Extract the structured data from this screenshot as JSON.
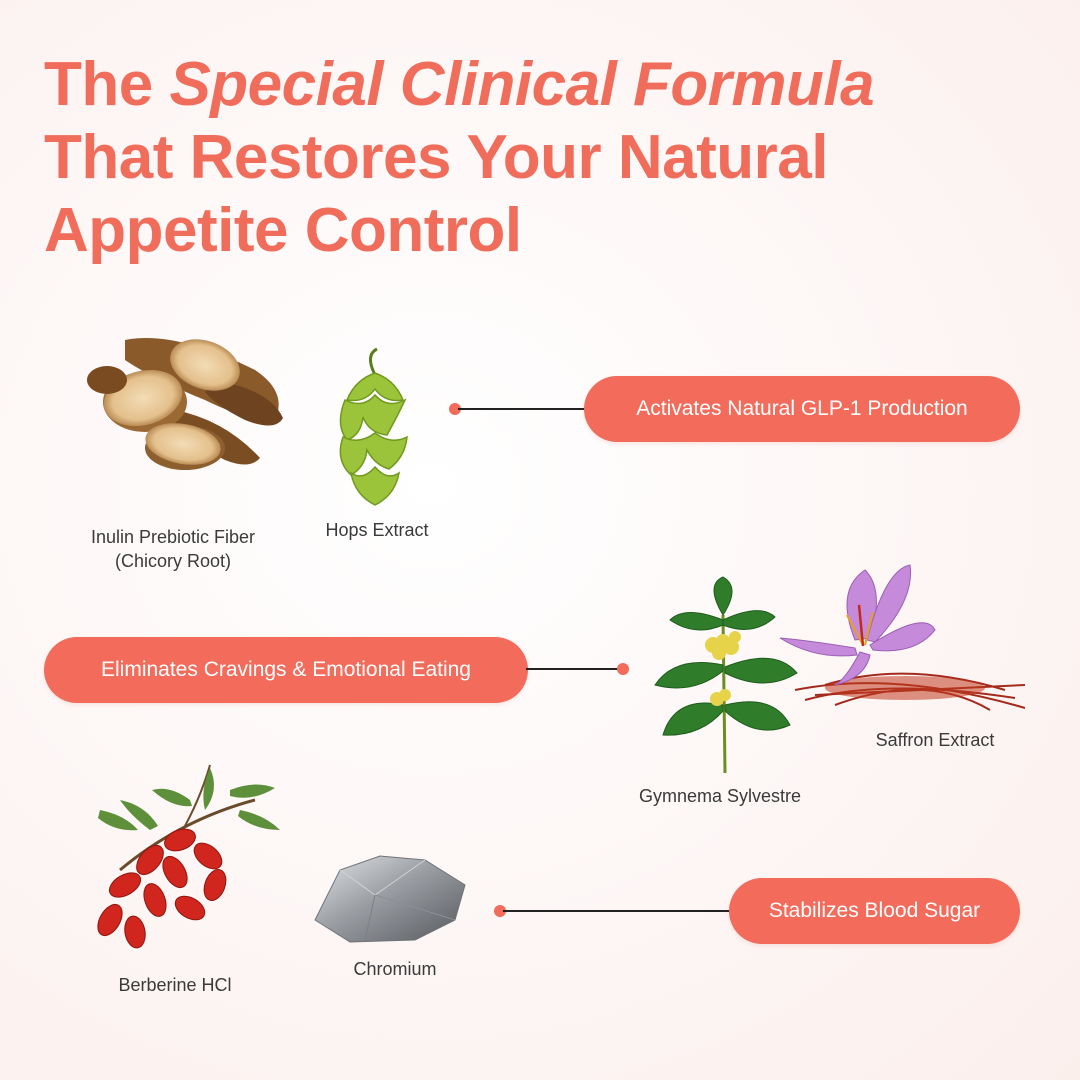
{
  "headline": {
    "line1_before": "The ",
    "line1_italic": "Special Clinical Formula",
    "line2": "That Restores Your Natural",
    "line3": "Appetite Control"
  },
  "benefits": [
    {
      "label": "Activates Natural GLP-1 Production"
    },
    {
      "label": "Eliminates Cravings & Emotional Eating"
    },
    {
      "label": "Stabilizes Blood Sugar"
    }
  ],
  "ingredients": {
    "inulin": {
      "line1": "Inulin Prebiotic Fiber",
      "line2": "(Chicory Root)",
      "icon": "chicory-root-icon"
    },
    "hops": {
      "label": "Hops Extract",
      "icon": "hops-icon"
    },
    "gymnema": {
      "label": "Gymnema Sylvestre",
      "icon": "gymnema-leaf-icon"
    },
    "saffron": {
      "label": "Saffron Extract",
      "icon": "saffron-flower-icon"
    },
    "berberine": {
      "label": "Berberine HCl",
      "icon": "berries-icon"
    },
    "chromium": {
      "label": "Chromium",
      "icon": "chromium-rock-icon"
    }
  },
  "colors": {
    "accent": "#f26b5b",
    "headline": "#f06d5c",
    "connector": "#222222",
    "label_text": "#3a3a3a"
  }
}
